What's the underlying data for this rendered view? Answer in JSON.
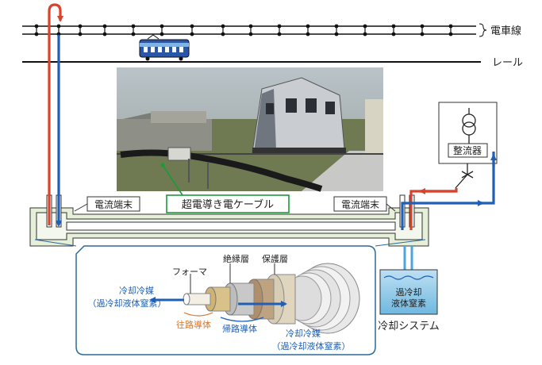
{
  "labels": {
    "trolley": "電車線",
    "rail": "レール",
    "rectifier": "整流器",
    "cable": "超電導き電ケーブル",
    "terminal_left": "電流端末",
    "terminal_right": "電流端末",
    "former": "フォーマ",
    "insulation": "絶縁層",
    "protection": "保護層",
    "coolant_left_1": "冷却冷媒",
    "coolant_left_2": "（過冷却液体窒素）",
    "outbound": "往路導体",
    "return": "帰路導体",
    "coolant_right_1": "冷却冷媒",
    "coolant_right_2": "（過冷却液体窒素）",
    "tank_1": "過冷却",
    "tank_2": "液体窒素",
    "cooling_system": "冷却システム"
  },
  "colors": {
    "supply": "#d9432b",
    "return": "#1f5fb5",
    "coolant": "#4aa6dc",
    "terminal_box": "#e6efd8",
    "inset_border": "#2a6a9a",
    "cable_callout": "#1a9a3a"
  },
  "icons": {
    "train": "train-icon",
    "transformer": "transformer-symbol-icon",
    "switch": "switch-icon",
    "photo": "train-track-photo"
  }
}
